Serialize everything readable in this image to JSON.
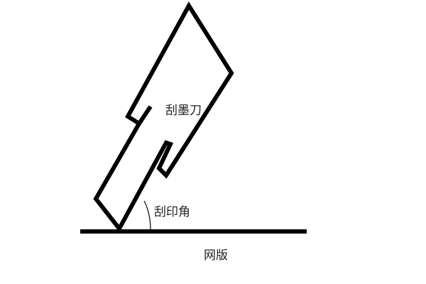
{
  "labels": {
    "squeegee": "刮墨刀",
    "squeegee_angle": "刮印角",
    "screen": "网版"
  },
  "colors": {
    "stroke": "#000000",
    "text": "#222222",
    "background": "#ffffff"
  }
}
